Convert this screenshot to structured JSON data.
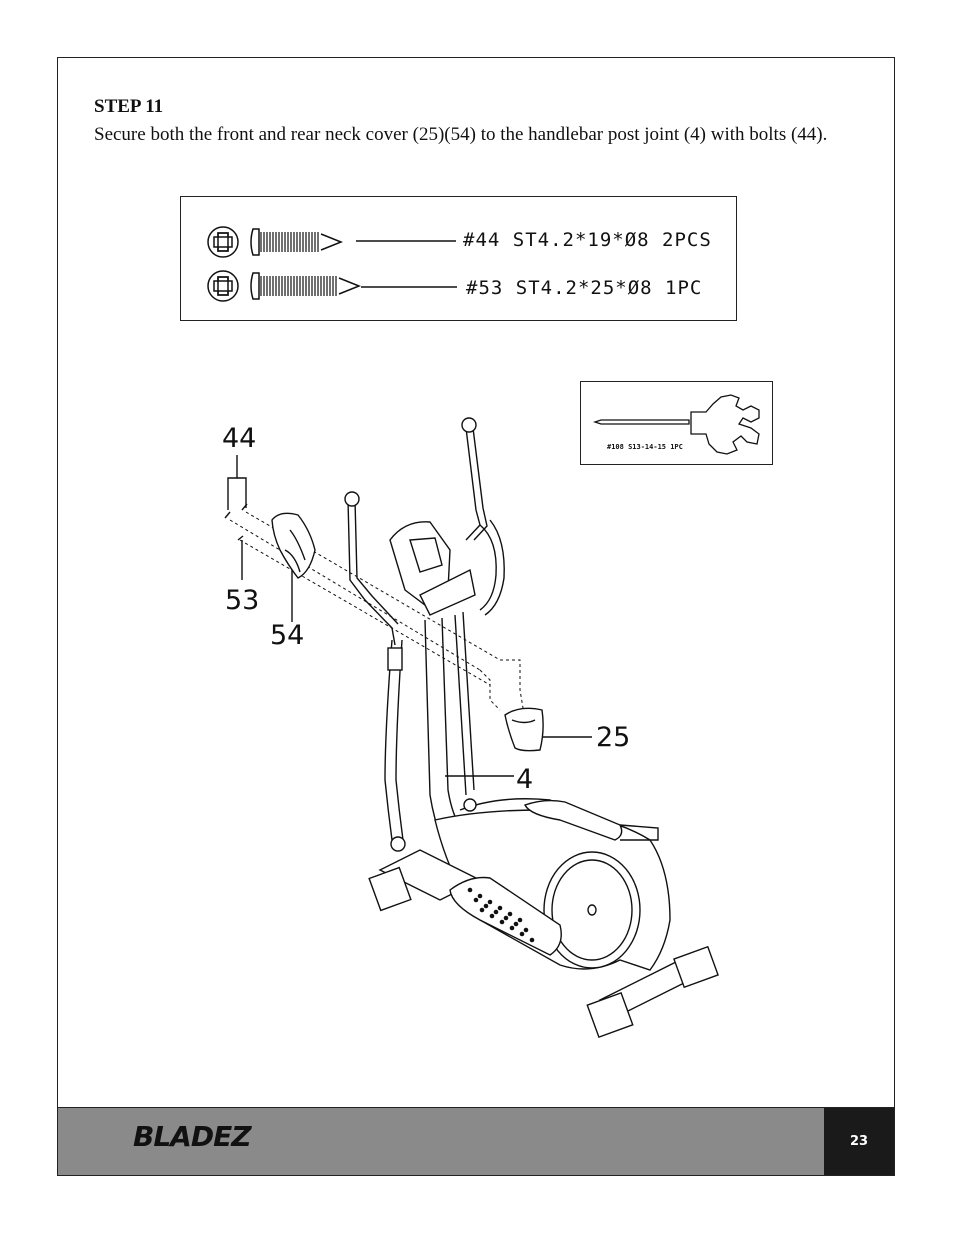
{
  "step": {
    "title": "STEP 11",
    "instructions": "Secure both the front and rear neck cover (25)(54) to the handlebar post joint (4) with bolts (44)."
  },
  "parts": [
    {
      "label": "#44  ST4.2*19*Ø8  2PCS"
    },
    {
      "label": "#53  ST4.2*25*Ø8  1PC"
    }
  ],
  "tool": {
    "label": "#108  S13-14-15  1PC"
  },
  "callouts": {
    "c44": "44",
    "c53": "53",
    "c54": "54",
    "c25": "25",
    "c4": "4"
  },
  "footer": {
    "brand": "BLADEZ",
    "page_number": "23"
  }
}
